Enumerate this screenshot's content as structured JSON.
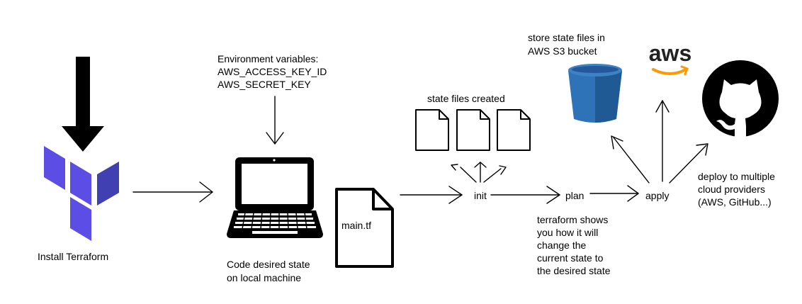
{
  "labels": {
    "install": "Install Terraform",
    "env_title": "Environment variables:",
    "env_var_1": "AWS_ACCESS_KEY_ID",
    "env_var_2": "AWS_SECRET_KEY",
    "code_line1": "Code desired state",
    "code_line2": "on local machine",
    "main_tf": "main.tf",
    "state_created": "state files created",
    "init": "init",
    "plan": "plan",
    "apply": "apply",
    "plan_note_1": "terraform shows",
    "plan_note_2": "you how it will",
    "plan_note_3": "change the",
    "plan_note_4": "current state to",
    "plan_note_5": "the desired state",
    "s3_line1": "store state files in",
    "s3_line2": "AWS S3 bucket",
    "aws_logo": "aws",
    "deploy_1": "deploy to multiple",
    "deploy_2": "cloud providers",
    "deploy_3": "(AWS, GitHub...)"
  },
  "colors": {
    "terraform": "#5C4EE5",
    "terraform_dark": "#4040B2",
    "bucket": "#2E73B8",
    "bucket_dark": "#1F5A94",
    "aws_smile": "#FF9900",
    "arrow": "#000000"
  },
  "icons": [
    "download-arrow-icon",
    "terraform-logo-icon",
    "laptop-icon",
    "file-icon",
    "bucket-icon",
    "aws-logo-icon",
    "github-icon"
  ]
}
